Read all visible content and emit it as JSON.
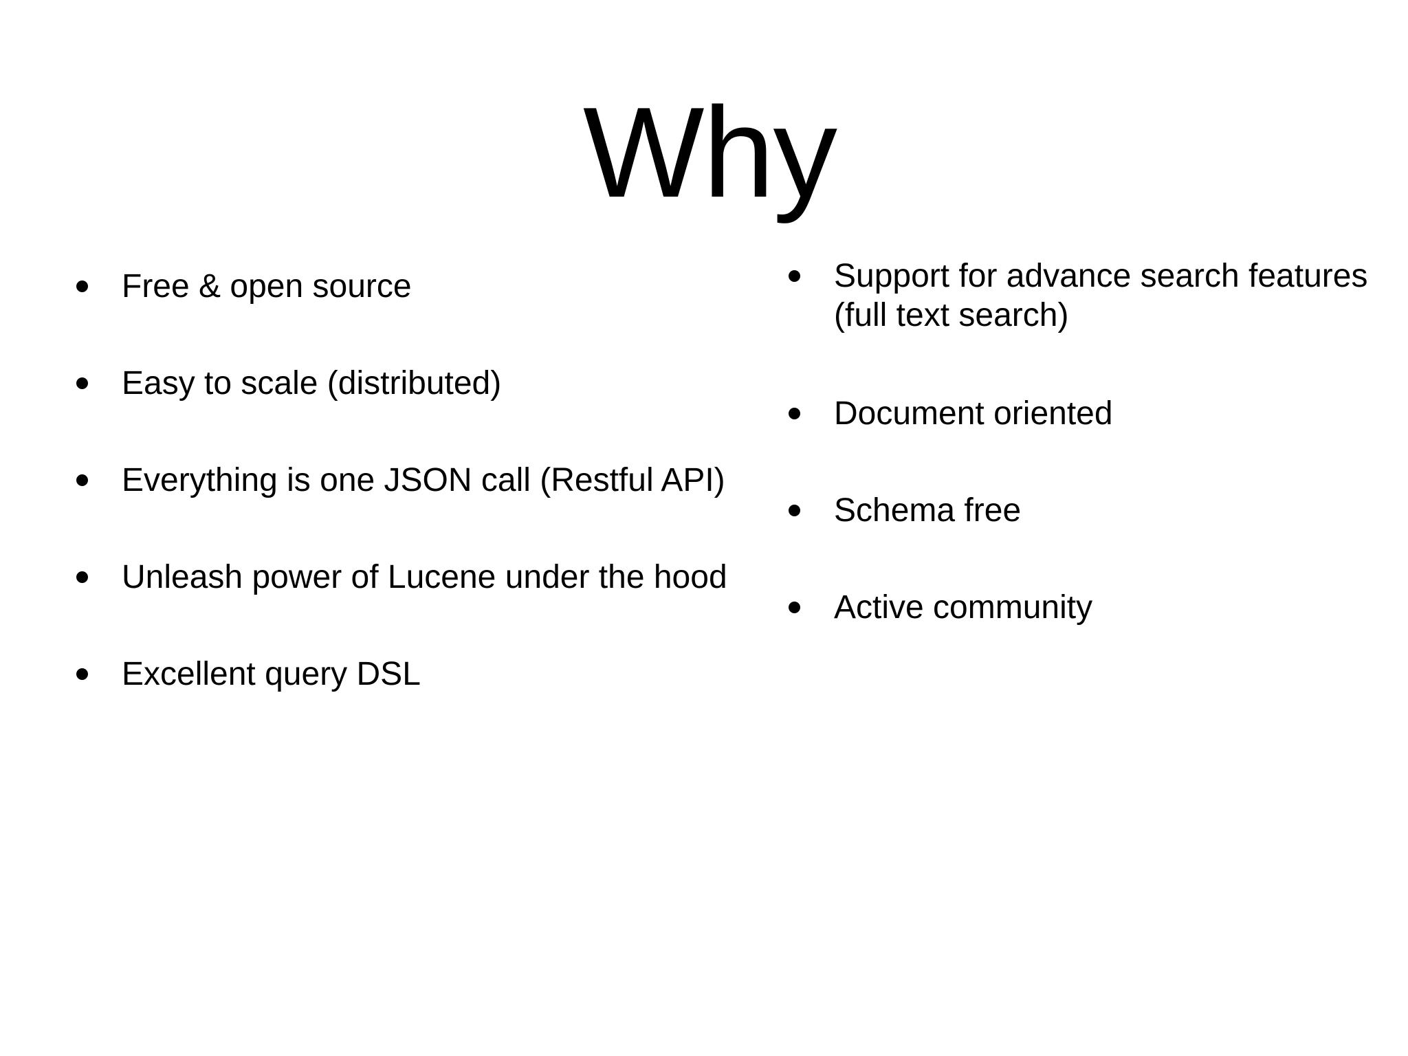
{
  "slide": {
    "title": "Why",
    "left_bullets": [
      "Free & open source",
      "Easy to scale (distributed)",
      "Everything is one JSON call (Restful API)",
      "Unleash power of Lucene under the hood",
      "Excellent query DSL"
    ],
    "right_bullets": [
      "Support for advance search features (full text search)",
      "Document oriented",
      "Schema free",
      "Active community"
    ]
  }
}
